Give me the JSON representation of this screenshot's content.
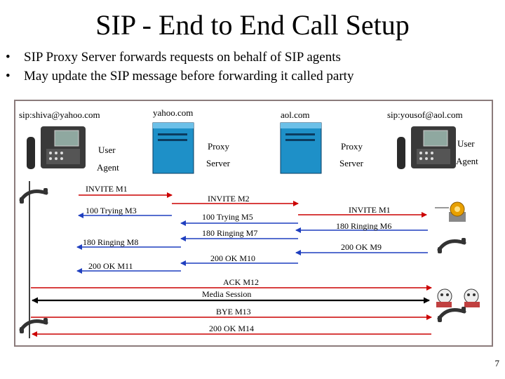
{
  "slide": {
    "title": "SIP - End to End Call Setup",
    "bullets": [
      "SIP Proxy Server forwards requests on behalf of SIP agents",
      "May update the SIP message before forwarding it called party"
    ],
    "page_number": "7"
  },
  "diagram": {
    "headers": {
      "caller": "sip:shiva@yahoo.com",
      "proxy1": "yahoo.com",
      "proxy2": "aol.com",
      "callee": "sip:yousof@aol.com"
    },
    "entities": {
      "caller_line1": "User",
      "caller_line2": "Agent",
      "proxy1_line1": "Proxy",
      "proxy1_line2": "Server",
      "proxy2_line1": "Proxy",
      "proxy2_line2": "Server",
      "callee_line1": "User",
      "callee_line2": "Agent"
    },
    "messages": {
      "invite_m1_left": "INVITE  M1",
      "invite_m2": "INVITE M2",
      "trying_m3": "100 Trying M3",
      "trying_m5": "100 Trying M5",
      "invite_m1_right": "INVITE M1",
      "ringing_m6": "180 Ringing M6",
      "ringing_m7": "180 Ringing M7",
      "ringing_m8": "180 Ringing M8",
      "ok_m9": "200 OK M9",
      "ok_m10": "200 OK M10",
      "ok_m11": "200 OK M11",
      "ack_m12": "ACK M12",
      "media_session": "Media Session",
      "bye_m13": "BYE M13",
      "ok_m14": "200 OK M14"
    },
    "colors": {
      "request": "#cc0000",
      "response": "#1f3fbf",
      "media": "#000000",
      "server_fill": "#1e90c8",
      "frame": "#8b7b7b"
    }
  }
}
